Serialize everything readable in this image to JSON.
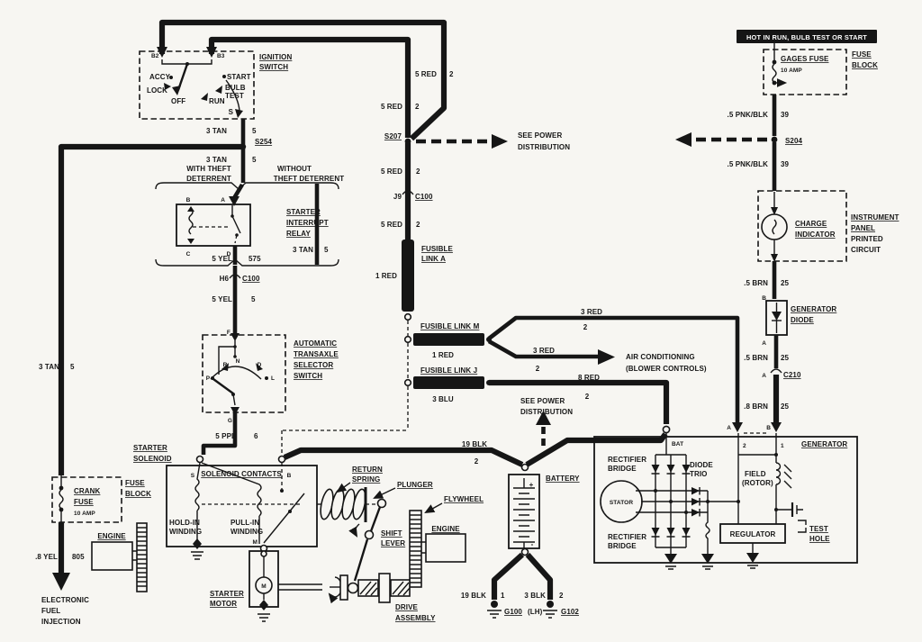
{
  "page": {
    "background": "#f7f6f2",
    "ink": "#161616"
  },
  "banner": {
    "text": "HOT IN RUN, BULB TEST OR START"
  },
  "wire_labels": {
    "tan3": "3 TAN",
    "red5": "5 RED",
    "red1": "1 RED",
    "red3": "3 RED",
    "red8": "8 RED",
    "blu3": "3 BLU",
    "yel5": "5 YEL",
    "ppl5": "5 PPL",
    "blk19": "19 BLK",
    "blk3": "3 BLK",
    "pnkblk05": ".5 PNK/BLK",
    "brn05": ".5 BRN",
    "brn08": ".8 BRN",
    "yel08": ".8 YEL",
    "n1": "1",
    "n2": "2",
    "n5": "5",
    "n6": "6",
    "n25": "25",
    "n39": "39",
    "n575": "575",
    "n805": "805"
  },
  "connectors": {
    "s254": "S254",
    "s207": "S207",
    "s204": "S204",
    "c100": "C100",
    "c210": "C210",
    "j9": "J9",
    "h6": "H6",
    "g100": "G100",
    "g100_loc": "(LH)",
    "g102": "G102"
  },
  "terminals": {
    "a": "A",
    "b": "B",
    "c": "C",
    "d": "D",
    "f": "F",
    "g": "G",
    "s": "S",
    "m": "M",
    "b2": "B2",
    "b3": "B3",
    "n1": "1",
    "n2": "2",
    "bat": "BAT"
  },
  "ignition_switch": {
    "name1": "IGNITION",
    "name2": "SWITCH",
    "accy": "ACCY",
    "lock": "LOCK",
    "off": "OFF",
    "run": "RUN",
    "bulb": "BULB",
    "test": "TEST",
    "start": "START",
    "s": "S"
  },
  "theft": {
    "with1": "WITH THEFT",
    "with2": "DETERRENT",
    "without1": "WITHOUT",
    "without2": "THEFT DETERRENT"
  },
  "relay": {
    "name1": "STARTER",
    "name2": "INTERRUPT",
    "name3": "RELAY"
  },
  "transaxle": {
    "name1": "AUTOMATIC",
    "name2": "TRANSAXLE",
    "name3": "SELECTOR",
    "name4": "SWITCH",
    "p": "P",
    "r": "R",
    "n": "N",
    "d": "D",
    "l": "L"
  },
  "fusible": {
    "a1": "FUSIBLE",
    "a2": "LINK A",
    "m": "FUSIBLE LINK M",
    "j": "FUSIBLE LINK J"
  },
  "solenoid": {
    "name1": "STARTER",
    "name2": "SOLENOID",
    "contacts": "SOLENOID CONTACTS",
    "hold": "HOLD-IN",
    "pull": "PULL-IN",
    "winding": "WINDING"
  },
  "starter": {
    "motor1": "STARTER",
    "motor2": "MOTOR",
    "spring1": "RETURN",
    "spring2": "SPRING",
    "plunger": "PLUNGER",
    "lever1": "SHIFT",
    "lever2": "LEVER",
    "drive1": "DRIVE",
    "drive2": "ASSEMBLY",
    "flywheel": "FLYWHEEL"
  },
  "engine": {
    "label": "ENGINE"
  },
  "battery": {
    "name": "BATTERY",
    "plus": "+",
    "minus": "-"
  },
  "generator": {
    "name": "GENERATOR",
    "rectifier": "RECTIFIER",
    "bridge": "BRIDGE",
    "stator": "STATOR",
    "diode": "DIODE",
    "trio": "TRIO",
    "field": "FIELD",
    "rotor": "(ROTOR)",
    "regulator": "REGULATOR",
    "test": "TEST",
    "hole": "HOLE"
  },
  "gen_diode": {
    "name1": "GENERATOR",
    "name2": "DIODE"
  },
  "charge": {
    "name1": "CHARGE",
    "name2": "INDICATOR"
  },
  "inst_panel": {
    "l1": "INSTRUMENT",
    "l2": "PANEL",
    "l3": "PRINTED",
    "l4": "CIRCUIT"
  },
  "fuses": {
    "gages": "GAGES FUSE",
    "crank1": "CRANK",
    "crank2": "FUSE",
    "amp10": "10 AMP",
    "block1": "FUSE",
    "block2": "BLOCK"
  },
  "efi": {
    "l1": "ELECTRONIC",
    "l2": "FUEL",
    "l3": "INJECTION"
  },
  "notes": {
    "see1": "SEE POWER",
    "see2": "DISTRIBUTION",
    "ac1": "AIR CONDITIONING",
    "ac2": "(BLOWER CONTROLS)"
  }
}
